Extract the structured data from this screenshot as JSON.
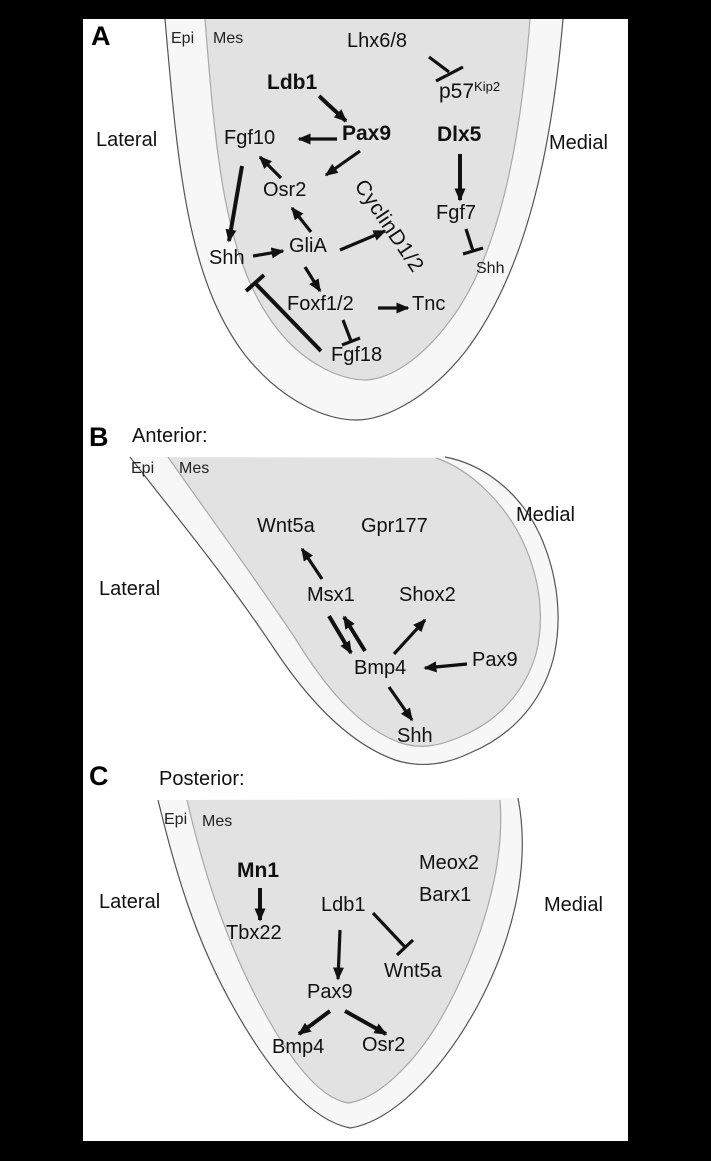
{
  "colors": {
    "background": "#000000",
    "panel": "#ffffff",
    "mesenchyme_fill": "#e2e2e2",
    "epithelium_fill": "#f7f7f7",
    "outer_outline": "#555555",
    "inner_outline": "#a8a8a8",
    "text": "#111111",
    "arrow": "#111111"
  },
  "panels": {
    "a": {
      "letter": "A",
      "epi": "Epi",
      "mes": "Mes",
      "lateral": "Lateral",
      "medial": "Medial",
      "nodes": {
        "lhx68": "Lhx6/8",
        "ldb1": "Ldb1",
        "p57": "p57",
        "p57_sup": "Kip2",
        "fgf10": "Fgf10",
        "pax9": "Pax9",
        "dlx5": "Dlx5",
        "osr2": "Osr2",
        "cyclind": "CyclinD1/2",
        "fgf7": "Fgf7",
        "shh_lateral": "Shh",
        "glia": "GliA",
        "shh_medial": "Shh",
        "foxf12": "Foxf1/2",
        "tnc": "Tnc",
        "fgf18": "Fgf18"
      },
      "interactions": [
        {
          "from": "Lhx6/8",
          "to": "p57Kip2",
          "type": "inhibits"
        },
        {
          "from": "Ldb1",
          "to": "Pax9",
          "type": "activates"
        },
        {
          "from": "Pax9",
          "to": "Fgf10",
          "type": "activates"
        },
        {
          "from": "Pax9",
          "to": "Osr2",
          "type": "activates"
        },
        {
          "from": "Osr2",
          "to": "Fgf10",
          "type": "activates"
        },
        {
          "from": "Fgf10",
          "to": "Shh",
          "type": "activates"
        },
        {
          "from": "Shh",
          "to": "GliA",
          "type": "activates"
        },
        {
          "from": "GliA",
          "to": "Osr2",
          "type": "activates"
        },
        {
          "from": "GliA",
          "to": "CyclinD1/2",
          "type": "activates"
        },
        {
          "from": "GliA",
          "to": "Foxf1/2",
          "type": "activates"
        },
        {
          "from": "Dlx5",
          "to": "Fgf7",
          "type": "activates"
        },
        {
          "from": "Fgf7",
          "to": "Shh",
          "type": "inhibits"
        },
        {
          "from": "Foxf1/2",
          "to": "Tnc",
          "type": "activates"
        },
        {
          "from": "Foxf1/2",
          "to": "Fgf18",
          "type": "inhibits"
        },
        {
          "from": "Fgf18",
          "to": "Shh",
          "type": "inhibits"
        }
      ]
    },
    "b": {
      "letter": "B",
      "title": "Anterior:",
      "epi": "Epi",
      "mes": "Mes",
      "lateral": "Lateral",
      "medial": "Medial",
      "nodes": {
        "wnt5a": "Wnt5a",
        "gpr177": "Gpr177",
        "msx1": "Msx1",
        "shox2": "Shox2",
        "bmp4": "Bmp4",
        "pax9": "Pax9",
        "shh": "Shh"
      },
      "interactions": [
        {
          "from": "Msx1",
          "to": "Wnt5a",
          "type": "activates"
        },
        {
          "from": "Msx1",
          "to": "Bmp4",
          "type": "activates"
        },
        {
          "from": "Bmp4",
          "to": "Msx1",
          "type": "activates"
        },
        {
          "from": "Bmp4",
          "to": "Shox2",
          "type": "activates"
        },
        {
          "from": "Pax9",
          "to": "Bmp4",
          "type": "activates"
        },
        {
          "from": "Bmp4",
          "to": "Shh",
          "type": "activates"
        }
      ]
    },
    "c": {
      "letter": "C",
      "title": "Posterior:",
      "epi": "Epi",
      "mes": "Mes",
      "lateral": "Lateral",
      "medial": "Medial",
      "nodes": {
        "mn1": "Mn1",
        "meox2": "Meox2",
        "barx1": "Barx1",
        "ldb1": "Ldb1",
        "tbx22": "Tbx22",
        "wnt5a": "Wnt5a",
        "pax9": "Pax9",
        "bmp4": "Bmp4",
        "osr2": "Osr2"
      },
      "interactions": [
        {
          "from": "Mn1",
          "to": "Tbx22",
          "type": "activates"
        },
        {
          "from": "Ldb1",
          "to": "Pax9",
          "type": "activates"
        },
        {
          "from": "Ldb1",
          "to": "Wnt5a",
          "type": "inhibits"
        },
        {
          "from": "Pax9",
          "to": "Bmp4",
          "type": "activates"
        },
        {
          "from": "Pax9",
          "to": "Osr2",
          "type": "activates"
        }
      ]
    }
  }
}
